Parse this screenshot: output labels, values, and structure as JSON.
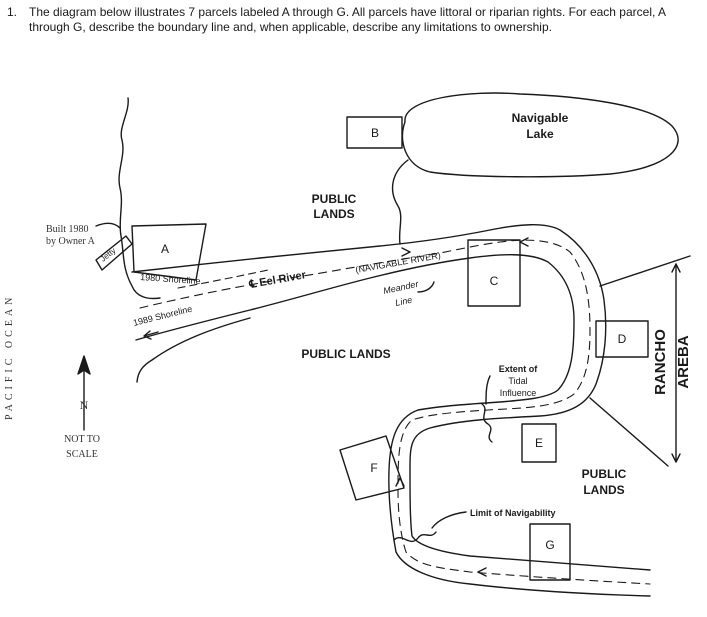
{
  "question": {
    "number": "1.",
    "text": "The diagram below illustrates 7 parcels labeled A through G. All parcels have littoral or riparian rights. For each parcel, A through G, describe the boundary line and, when applicable, describe any limitations to ownership."
  },
  "diagram": {
    "parcels": [
      "A",
      "B",
      "C",
      "D",
      "E",
      "F",
      "G"
    ],
    "lake_label_1": "Navigable",
    "lake_label_2": "Lake",
    "public_lands_top_1": "PUBLIC",
    "public_lands_top_2": "LANDS",
    "public_lands_mid": "PUBLIC LANDS",
    "public_lands_bottom_1": "PUBLIC",
    "public_lands_bottom_2": "LANDS",
    "built_note_1": "Built 1980",
    "built_note_2": "by Owner A",
    "jetty": "Jetty",
    "shoreline_1980": "1980 Shoreline",
    "shoreline_1989": "1989 Shoreline",
    "river_name": "℄ Eel River",
    "navigable_river": "(NAVIGABLE RIVER)",
    "meander_1": "Meander",
    "meander_2": "Line",
    "tidal_1": "Extent of",
    "tidal_2": "Tidal",
    "tidal_3": "Influence",
    "limit_nav": "Limit of Navigability",
    "rancho_1": "RANCHO",
    "rancho_2": "AREBA",
    "ocean": "PACIFIC OCEAN",
    "north": "N",
    "not_to_1": "NOT TO",
    "not_to_2": "SCALE"
  }
}
